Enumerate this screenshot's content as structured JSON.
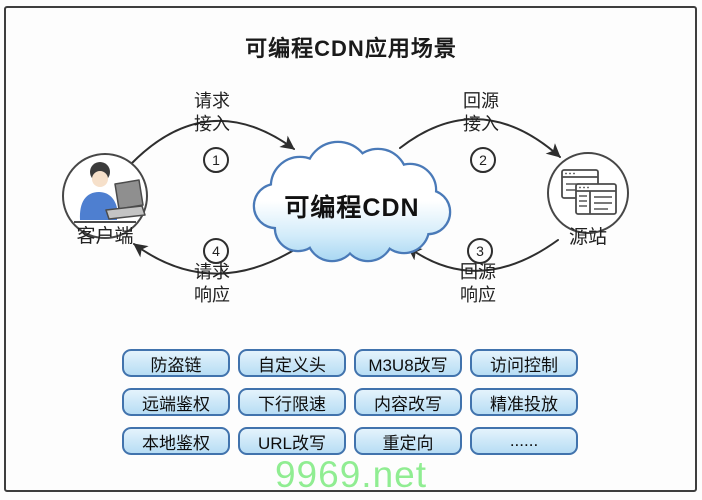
{
  "title": "可编程CDN应用场景",
  "watermark": "9969.net",
  "nodes": {
    "client": {
      "label": "客户端"
    },
    "cloud": {
      "label": "可编程CDN"
    },
    "origin": {
      "label": "源站"
    }
  },
  "flows": [
    {
      "num": "1",
      "line1": "请求",
      "line2": "接入"
    },
    {
      "num": "2",
      "line1": "回源",
      "line2": "接入"
    },
    {
      "num": "3",
      "line1": "回源",
      "line2": "响应"
    },
    {
      "num": "4",
      "line1": "请求",
      "line2": "响应"
    }
  ],
  "features": [
    [
      "防盗链",
      "自定义头",
      "M3U8改写",
      "访问控制"
    ],
    [
      "远端鉴权",
      "下行限速",
      "内容改写",
      "精准投放"
    ],
    [
      "本地鉴权",
      "URL改写",
      "重定向",
      "......"
    ]
  ],
  "colors": {
    "text": "#1a1a1a",
    "arrow": "#2e2e2e",
    "cloud-stroke": "#4a7ab8",
    "chip-border": "#4173ad",
    "chip-fill-top": "#e4f3fc",
    "chip-fill-bottom": "#b7ddf4",
    "watermark": "#90ed92"
  }
}
